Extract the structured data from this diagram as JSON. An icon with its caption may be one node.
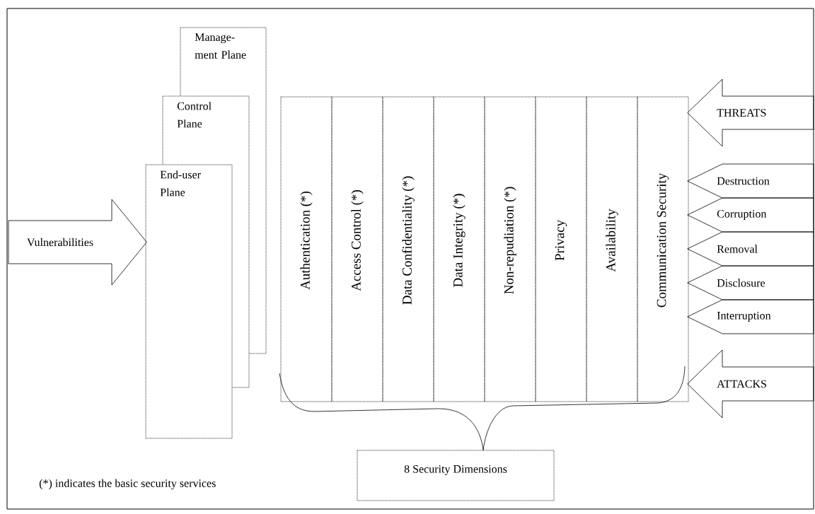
{
  "diagram": {
    "nodes": [
      {
        "text": [
          "Manage-ment Plane"
        ]
      },
      {
        "text": [
          "Control Plane"
        ]
      },
      {
        "text": [
          "End-user Plane"
        ]
      },
      {
        "text": [
          "Authentication (*)"
        ]
      },
      {
        "text": [
          "Access Control (*)"
        ]
      },
      {
        "text": [
          "Data Confidentiality (*)"
        ]
      },
      {
        "text": [
          "Data Integrity (*)"
        ]
      },
      {
        "text": [
          "Non-repudiation (*)"
        ]
      },
      {
        "text": [
          "Privacy"
        ]
      },
      {
        "text": [
          "Availability"
        ]
      },
      {
        "text": [
          "Communication Security"
        ]
      },
      {
        "text": [
          "8 Security Dimensions"
        ]
      }
    ],
    "edges": [
      {
        "from": null,
        "to": 2,
        "arrow": "to",
        "label": "Vulnerabilities"
      },
      {
        "from": null,
        "to": 10,
        "arrow": "to",
        "label": "THREATS"
      },
      {
        "from": null,
        "to": 10,
        "arrow": "to",
        "label": "Destruction"
      },
      {
        "from": null,
        "to": 10,
        "arrow": "to",
        "label": "Corruption"
      },
      {
        "from": null,
        "to": 10,
        "arrow": "to",
        "label": "Removal"
      },
      {
        "from": null,
        "to": 10,
        "arrow": "to",
        "label": "Disclosure"
      },
      {
        "from": null,
        "to": 10,
        "arrow": "to",
        "label": "Interruption"
      },
      {
        "from": null,
        "to": 10,
        "arrow": "to",
        "label": "ATTACKS"
      }
    ],
    "labels": [
      "(*) indicates the basic security services"
    ]
  }
}
